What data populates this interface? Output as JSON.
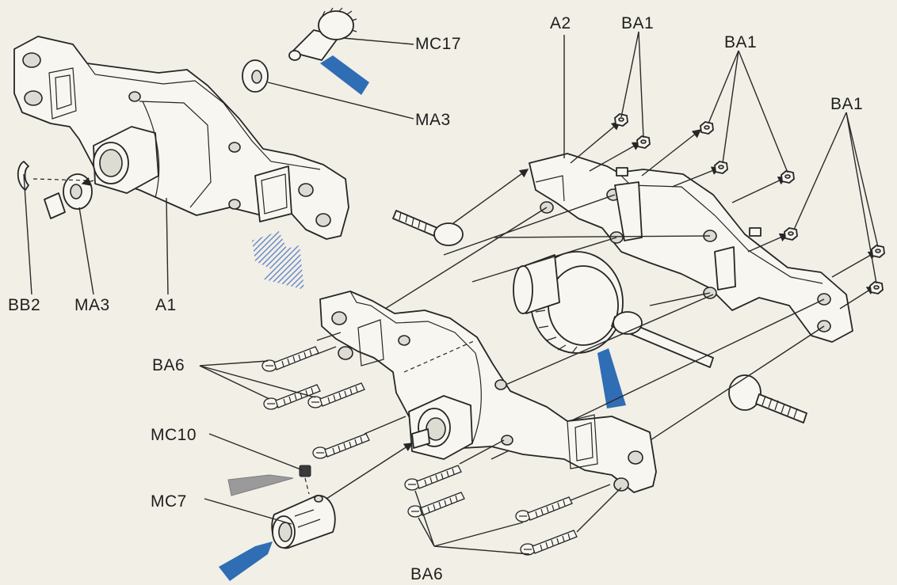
{
  "labels": {
    "mc17": "MC17",
    "ma3_top": "MA3",
    "bb2": "BB2",
    "ma3_left": "MA3",
    "a1": "A1",
    "a2": "A2",
    "ba1_a": "BA1",
    "ba1_b": "BA1",
    "ba1_c": "BA1",
    "ba6_top": "BA6",
    "mc10": "MC10",
    "mc7": "MC7",
    "ba6_bottom": "BA6"
  },
  "colors": {
    "grease_blue": "#2f6db5",
    "oil_grey": "#9a9a9a",
    "paper": "#f1efe6",
    "ink": "#262626"
  },
  "icons": [
    "grease-tube-icon",
    "oil-brush-icon",
    "assembly-arrow-icon"
  ]
}
